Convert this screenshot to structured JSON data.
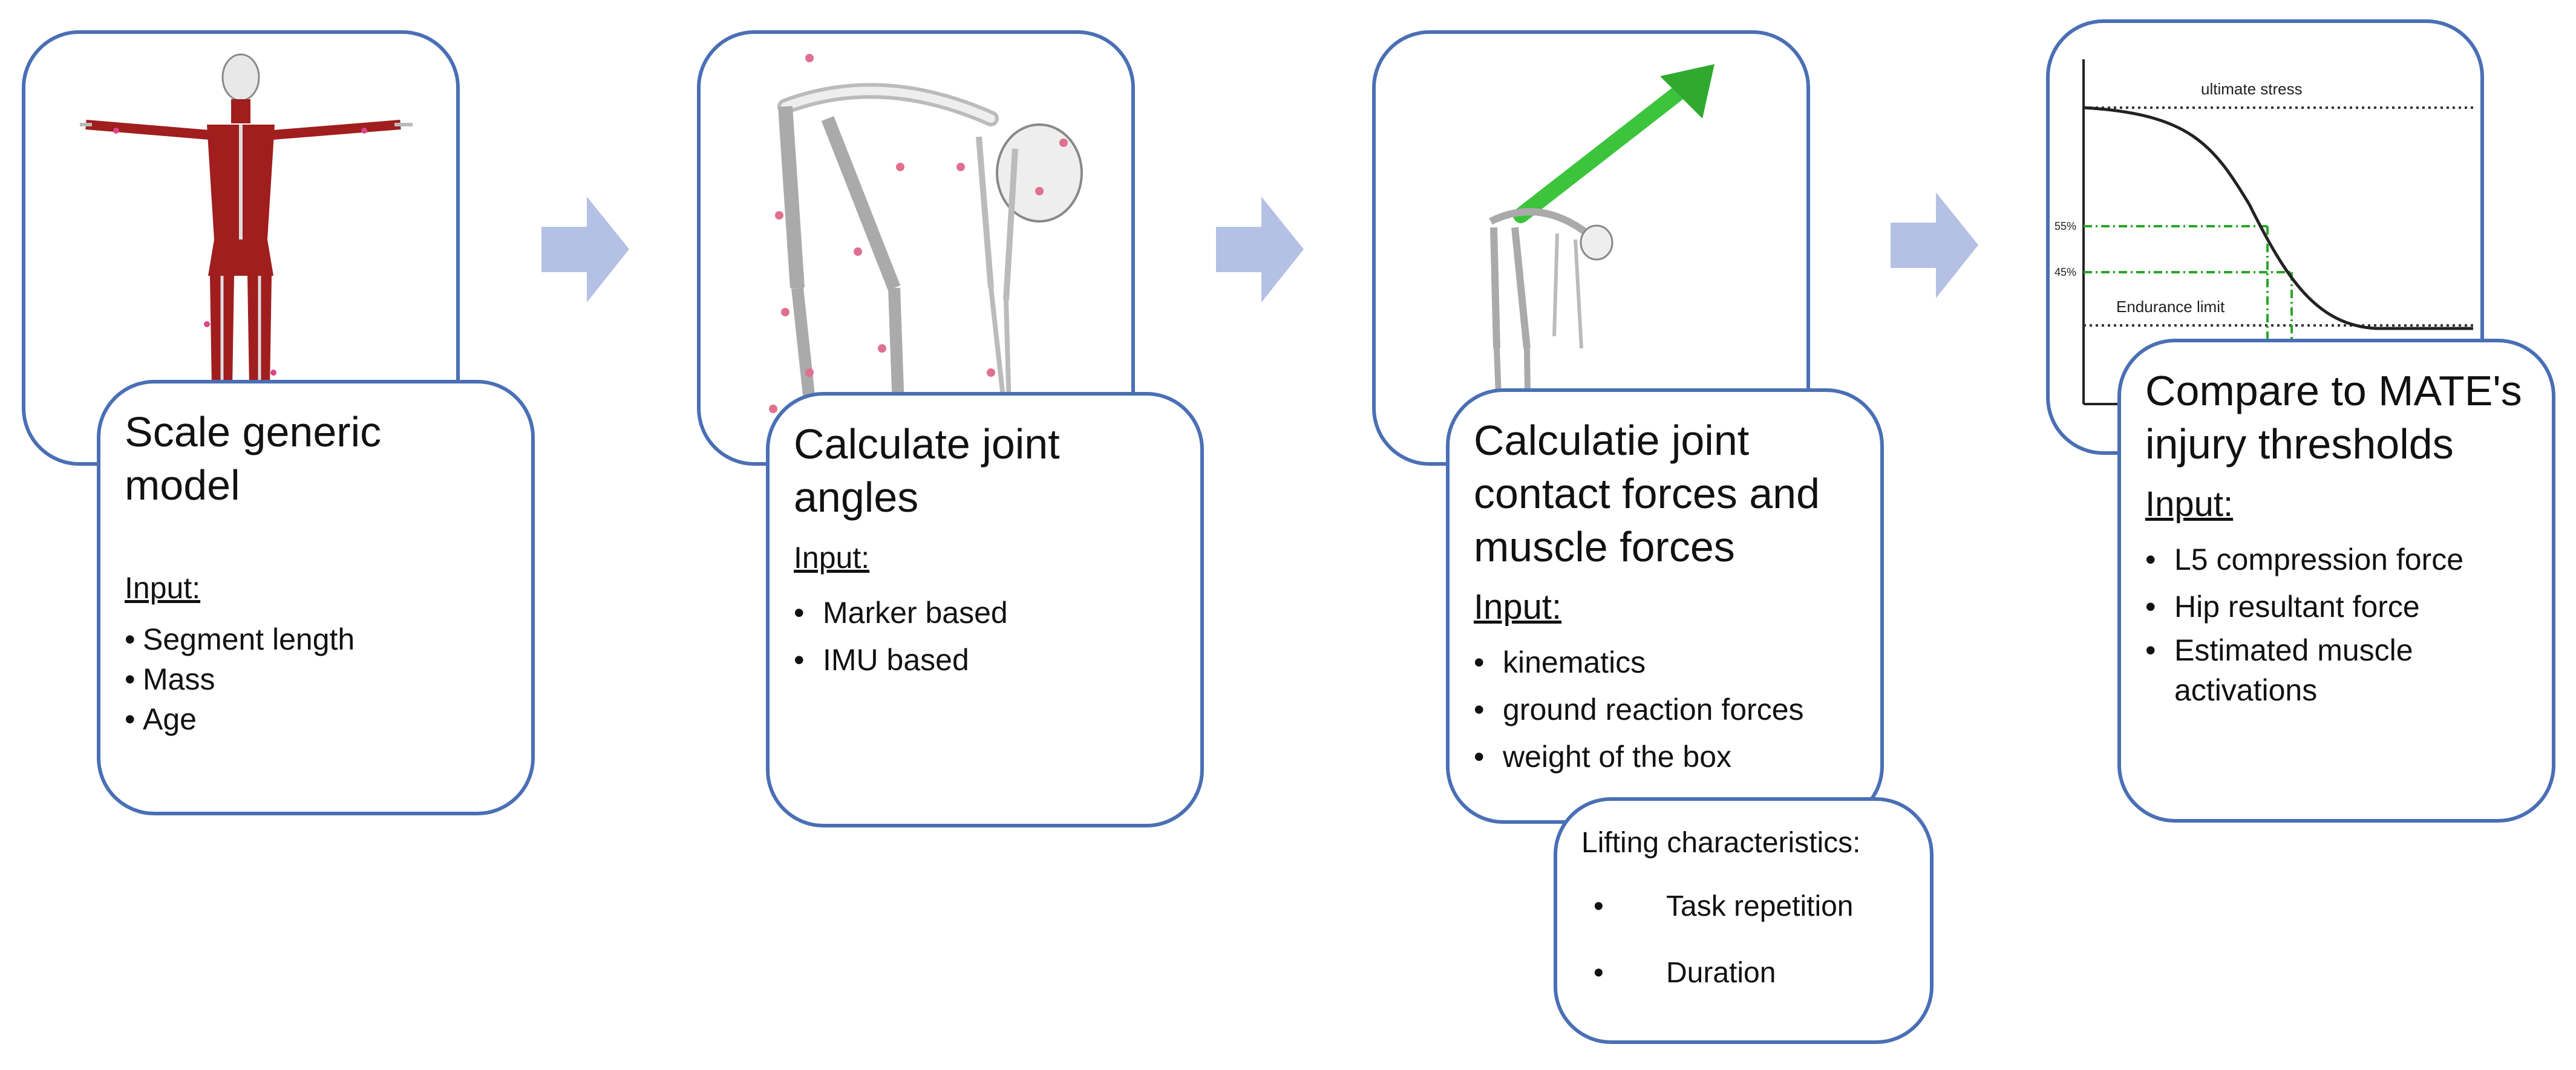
{
  "steps": [
    {
      "title": "Scale generic model",
      "input_label": "Input:",
      "items": [
        "Segment length",
        "Mass",
        "Age"
      ]
    },
    {
      "title": "Calculate joint angles",
      "input_label": "Input:",
      "items": [
        "Marker based",
        "IMU based"
      ]
    },
    {
      "title": "Calculatie joint contact forces and muscle forces",
      "input_label": "Input:",
      "items": [
        "kinematics",
        "ground reaction forces",
        "weight of the box"
      ]
    },
    {
      "title": "Compare to MATE's injury thresholds",
      "input_label": "Input:",
      "items": [
        "L5 compression force",
        "Hip resultant force",
        "Estimated muscle activations"
      ]
    }
  ],
  "lifting": {
    "label": "Lifting characteristics:",
    "items": [
      "Task repetition",
      "Duration"
    ]
  },
  "fatigue_graph": {
    "ultimate_label": "ultimate stress",
    "endurance_label": "Endurance limit",
    "tick_55": "55%",
    "tick_45": "45%"
  },
  "colors": {
    "border": "#4a6fb5",
    "arrow": "#b4c1e4",
    "muscle": "#a01e1e",
    "force_arrow": "#3cc43c"
  },
  "icons": [
    "skeleton-muscle-model-icon",
    "skeleton-markers-icon",
    "skeleton-force-arrow-icon",
    "fatigue-curve-graph"
  ]
}
